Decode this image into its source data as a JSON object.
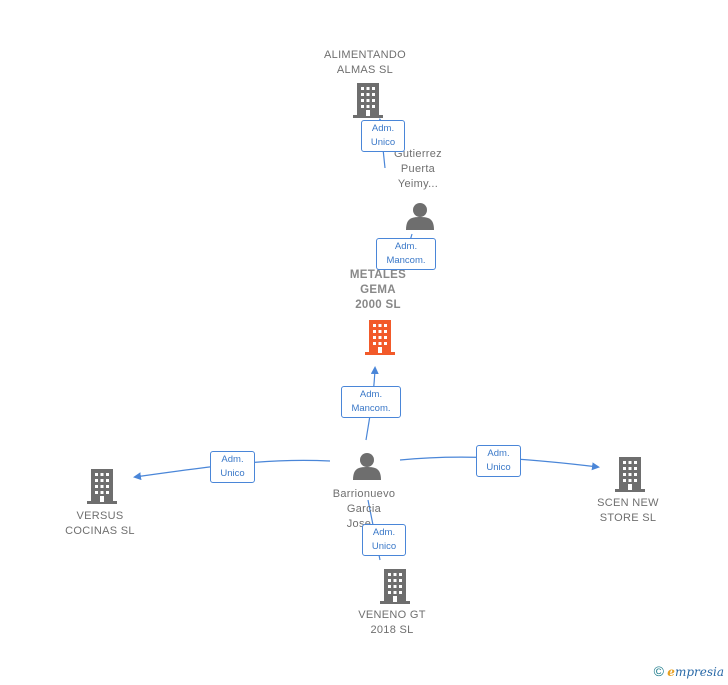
{
  "nodes": {
    "alimentando": {
      "label_line1": "ALIMENTANDO",
      "label_line2": "ALMAS  SL",
      "icon": "building-icon"
    },
    "gutierrez": {
      "label_line1": "Gutierrez",
      "label_line2": "Puerta",
      "label_line3": "Yeimy...",
      "icon": "person-icon"
    },
    "metales": {
      "label_line1": "METALES",
      "label_line2": "GEMA",
      "label_line3": "2000  SL",
      "icon": "building-icon",
      "color": "#f25a2a"
    },
    "barrionuevo": {
      "label_line1": "Barrionuevo",
      "label_line2": "Garcia",
      "label_line3": "Jose...",
      "icon": "person-icon"
    },
    "versus": {
      "label_line1": "VERSUS",
      "label_line2": "COCINAS SL",
      "icon": "building-icon"
    },
    "scen": {
      "label_line1": "SCEN NEW",
      "label_line2": "STORE SL",
      "icon": "building-icon"
    },
    "veneno": {
      "label_line1": "VENENO GT",
      "label_line2": "2018  SL",
      "icon": "building-icon"
    }
  },
  "edges": {
    "gutierrez_alimentando": {
      "line1": "Adm.",
      "line2": "Unico"
    },
    "gutierrez_metales": {
      "line1": "Adm.",
      "line2": "Mancom."
    },
    "barrionuevo_metales": {
      "line1": "Adm.",
      "line2": "Mancom."
    },
    "barrionuevo_versus": {
      "line1": "Adm.",
      "line2": "Unico"
    },
    "barrionuevo_scen": {
      "line1": "Adm.",
      "line2": "Unico"
    },
    "barrionuevo_veneno": {
      "line1": "Adm.",
      "line2": "Unico"
    }
  },
  "colors": {
    "node_gray": "#6e6e6e",
    "focus_orange": "#f25a2a",
    "edge_blue": "#4a86d8"
  },
  "footer": {
    "symbol": "©",
    "brand_initial": "e",
    "brand_rest": "mpresia"
  }
}
